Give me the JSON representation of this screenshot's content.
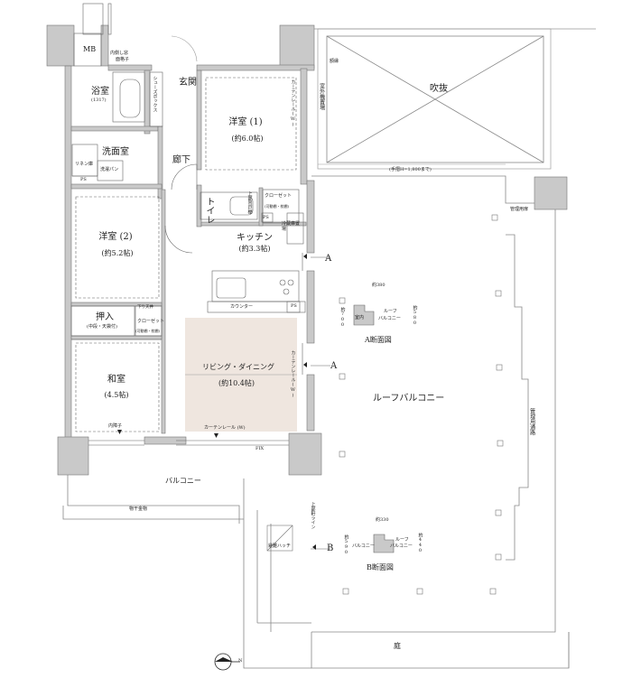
{
  "rooms": {
    "mb": "MB",
    "bath": "浴室",
    "bath_size": "(1317)",
    "shoe_box": "シューズボックス",
    "entrance": "玄関",
    "window_grille": "内側し窓",
    "window_grille2": "面格子",
    "western1": "洋室 (1)",
    "western1_size": "(約6.0帖)",
    "washroom": "洗面室",
    "linen": "リネン庫",
    "wash_pan": "洗濯パン",
    "ps": "PS",
    "hallway": "廊下",
    "toilet": "トイレ",
    "upper_cabinet": "上部吊戸棚",
    "closet_small": "クローゼット",
    "closet_small_note": "(可動棚・枕棚)",
    "fridge": "冷蔵庫置場",
    "western2": "洋室 (2)",
    "western2_size": "(約5.2帖)",
    "kitchen": "キッチン",
    "kitchen_size": "(約3.3帖)",
    "counter": "カウンター",
    "oshiire": "押入",
    "oshiire_note": "(中段・天袋付)",
    "ceiling_hatch": "下り天井",
    "closet2": "クローゼット",
    "closet2_note": "(可動棚・枕棚)",
    "living": "リビング・ダイニング",
    "living_size": "(約10.4帖)",
    "japanese": "和室",
    "japanese_size": "(4.5帖)",
    "shoji": "内障子",
    "curtain_rail_w": "カーテンレール (W)",
    "curtain_rail_v": "カーテンレール(W)",
    "curtain_rail_v2": "カーテンレール(W)",
    "fix": "FIX",
    "balcony": "バルコニー",
    "clothes_rack": "物干金物",
    "outdoor_unit": "室外機置場",
    "fukinuke": "吹抜",
    "handrail_height": "(手摺H=1,800まで)",
    "roof_balcony": "ルーフバルコニー",
    "mgmt_path": "管理用通路",
    "mgmt_door": "管理用扉",
    "upper_eaves": "上部軒ライン",
    "evac_hatch": "避難ハッチ",
    "garden": "庭",
    "section_a_mark": "A",
    "section_b_mark": "B",
    "frame_top": "額縁"
  },
  "section_a": {
    "title": "A断面図",
    "w": "約380",
    "h1": "約700",
    "h2": "約580",
    "inner": "室内",
    "outer": "ルーフ",
    "outer2": "バルコニー"
  },
  "section_b": {
    "title": "B断面図",
    "w": "約330",
    "h1": "約590",
    "h2": "約440",
    "inner": "バルコニー",
    "outer": "ルーフ",
    "outer2": "バルコニー"
  },
  "compass": {
    "label": "N"
  },
  "colors": {
    "wall": "#c9c9c9",
    "line": "#777777",
    "living_floor": "#efe6df",
    "text": "#222222"
  }
}
